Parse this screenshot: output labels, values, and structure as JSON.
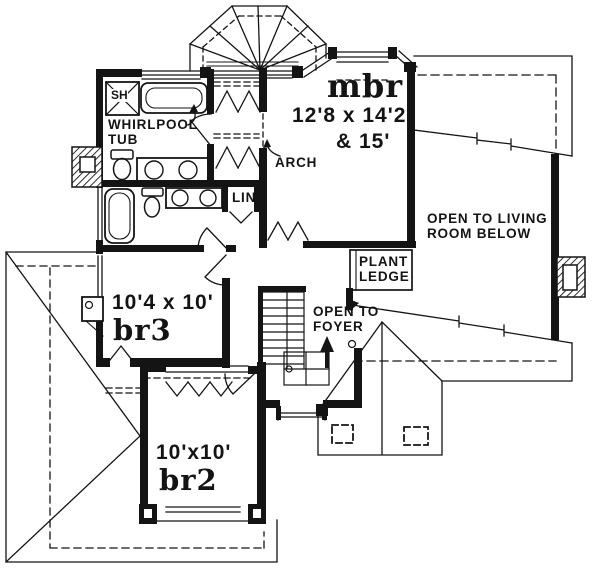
{
  "colors": {
    "ink": "#141414",
    "paper": "#ffffff"
  },
  "labels": {
    "shower": "SH",
    "whirlpool": [
      "WHIRLPOOL",
      "TUB"
    ],
    "arch": "ARCH",
    "linen": "LIN",
    "open_to_living": [
      "OPEN TO LIVING",
      "ROOM BELOW"
    ],
    "plant_ledge": [
      "PLANT",
      "LEDGE"
    ],
    "open_to_foyer": [
      "OPEN TO",
      "FOYER"
    ]
  },
  "rooms": {
    "master_bedroom": {
      "name": "mbr",
      "dimensions": "12'8 x 14'2",
      "dimensions2": "& 15'"
    },
    "bedroom3": {
      "name": "br3",
      "dimensions": "10'4 x 10'"
    },
    "bedroom2": {
      "name": "br2",
      "dimensions": "10'x10'"
    }
  }
}
